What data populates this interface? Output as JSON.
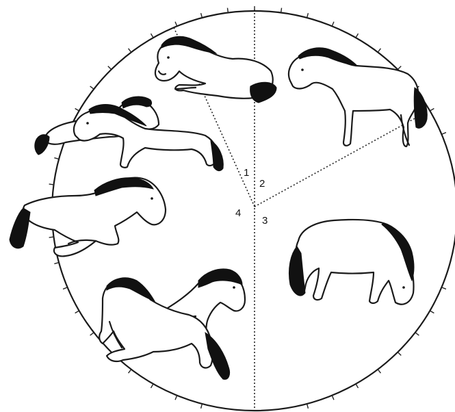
{
  "diagram": {
    "sector_labels": [
      "1",
      "2",
      "3",
      "4"
    ],
    "horses": [
      {
        "name": "horse-lying-top",
        "pose": "lying"
      },
      {
        "name": "horse-standing-resting",
        "pose": "standing-resting"
      },
      {
        "name": "horse-pair-walking",
        "pose": "walking"
      },
      {
        "name": "horse-lying-left",
        "pose": "lying-sternal"
      },
      {
        "name": "horse-grazing",
        "pose": "grazing"
      },
      {
        "name": "horse-pair-playing",
        "pose": "playing"
      }
    ],
    "colors": {
      "ink": "#1a1a1a",
      "background": "#ffffff"
    }
  }
}
